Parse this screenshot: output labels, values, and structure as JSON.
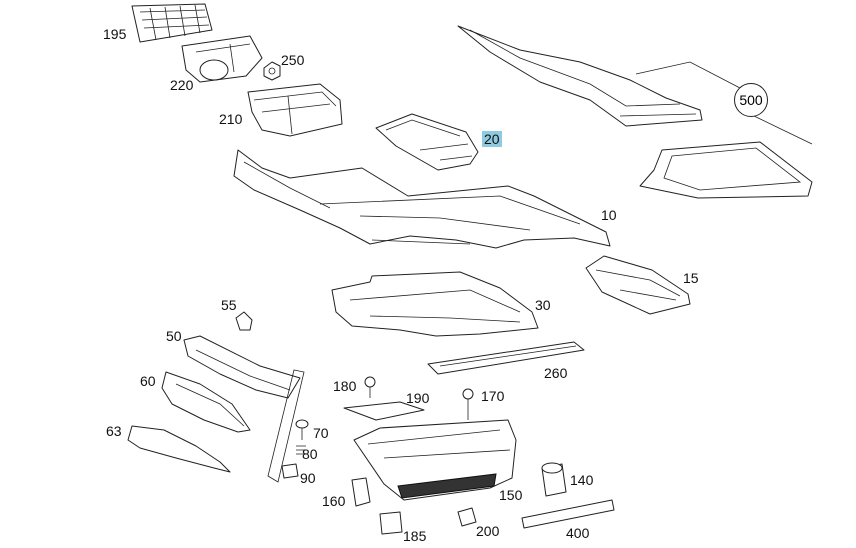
{
  "parts": [
    {
      "label": "195"
    },
    {
      "label": "220"
    },
    {
      "label": "250"
    },
    {
      "label": "210"
    },
    {
      "label": "20",
      "highlighted": true,
      "highlight_color": "#8fcbe0"
    },
    {
      "label": "10"
    },
    {
      "label": "15"
    },
    {
      "label": "30"
    },
    {
      "label": "55"
    },
    {
      "label": "50"
    },
    {
      "label": "60"
    },
    {
      "label": "63"
    },
    {
      "label": "70"
    },
    {
      "label": "80"
    },
    {
      "label": "90"
    },
    {
      "label": "180"
    },
    {
      "label": "190"
    },
    {
      "label": "170"
    },
    {
      "label": "260"
    },
    {
      "label": "140"
    },
    {
      "label": "150"
    },
    {
      "label": "160"
    },
    {
      "label": "185"
    },
    {
      "label": "200"
    },
    {
      "label": "400"
    }
  ],
  "callout": {
    "label": "500"
  }
}
